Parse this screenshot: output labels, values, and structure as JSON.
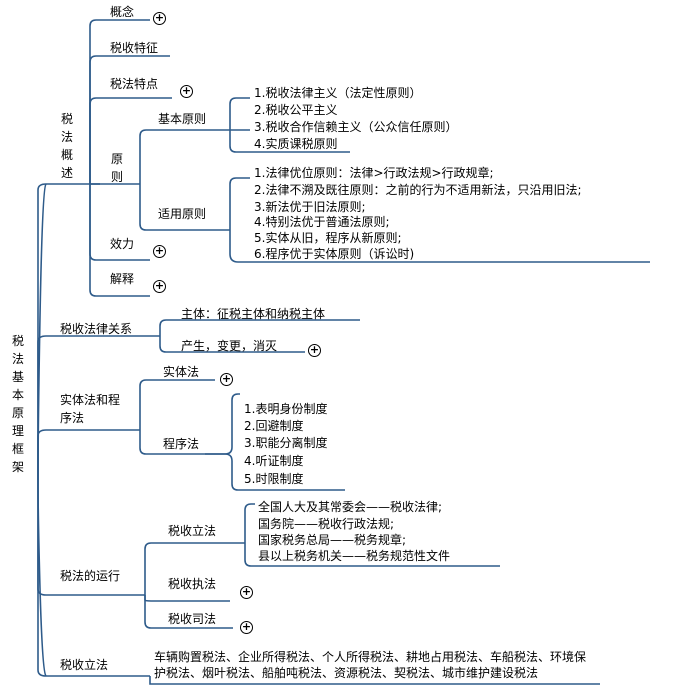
{
  "root": "税法基本原理框架",
  "expand_symbol": "+",
  "branches": {
    "gaishu": {
      "label": "税法概述",
      "gainian": "概念",
      "tezheng": "税收特征",
      "tedian": "税法特点",
      "yuanze": {
        "label": "原则",
        "jiben": {
          "label": "基本原则",
          "items": [
            "1.税收法律主义（法定性原则）",
            "2.税收公平主义",
            "3.税收合作信赖主义（公众信任原则）",
            "4.实质课税原则"
          ]
        },
        "shiyong": {
          "label": "适用原则",
          "items": [
            "1.法律优位原则：法律>行政法规>行政规章;",
            "2.法律不溯及既往原则：之前的行为不适用新法，只沿用旧法;",
            "3.新法优于旧法原则;",
            "4.特别法优于普通法原则;",
            "5.实体从旧，程序从新原则;",
            "6.程序优于实体原则（诉讼时)"
          ]
        }
      },
      "xiaoli": "效力",
      "jieshi": "解释"
    },
    "guanxi": {
      "label": "税收法律关系",
      "zhuti": "主体：征税主体和纳税主体",
      "chansheng": "产生，变更，消灭"
    },
    "shiti": {
      "label": "实体法和程序法",
      "shitifa": "实体法",
      "chengxufa": {
        "label": "程序法",
        "items": [
          "1.表明身份制度",
          "2.回避制度",
          "3.职能分离制度",
          "4.听证制度",
          "5.时限制度"
        ]
      }
    },
    "yunxing": {
      "label": "税法的运行",
      "lifa": {
        "label": "税收立法",
        "items": [
          "全国人大及其常委会——税收法律;",
          "国务院——税收行政法规;",
          "国家税务总局——税务规章;",
          "县以上税务机关——税务规范性文件"
        ]
      },
      "zhifa": "税收执法",
      "sifa": "税收司法"
    },
    "lifa2": {
      "label": "税收立法",
      "text1": "车辆购置税法、企业所得税法、个人所得税法、耕地占用税法、车船税法、环境保",
      "text2": "护税法、烟叶税法、船舶吨税法、资源税法、契税法、城市维护建设税法"
    }
  },
  "colors": {
    "line": "#2e5b8a"
  }
}
